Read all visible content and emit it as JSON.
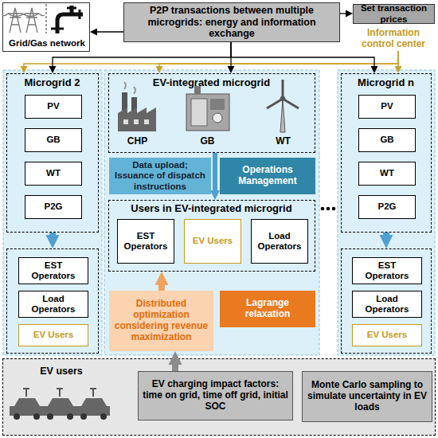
{
  "diagram": {
    "nodes": [
      {
        "text": [
          "Grid/Gas network"
        ]
      },
      {
        "text": [
          "P2P transactions between multiple microgrids: energy and information exchange"
        ]
      },
      {
        "text": [
          "Set transaction prices"
        ]
      },
      {
        "text": [
          "Information control center"
        ]
      },
      {
        "text": [
          "Microgrid 2"
        ]
      },
      {
        "text": [
          "PV"
        ],
        "in": 4
      },
      {
        "text": [
          "GB"
        ],
        "in": 4
      },
      {
        "text": [
          "WT"
        ],
        "in": 4
      },
      {
        "text": [
          "P2G"
        ],
        "in": 4
      },
      {
        "text": []
      },
      {
        "text": [
          "EST Operators"
        ],
        "in": 9
      },
      {
        "text": [
          "Load Operators"
        ],
        "in": 9
      },
      {
        "text": [
          "EV Users"
        ],
        "in": 9
      },
      {
        "text": [
          "EV-integrated microgrid"
        ]
      },
      {
        "text": [
          "Data upload; Issuance of dispatch instructions"
        ]
      },
      {
        "text": [
          "Operations Management"
        ]
      },
      {
        "text": [
          "Users in EV-integrated microgrid"
        ]
      },
      {
        "text": [
          "EST Operators"
        ],
        "in": 16
      },
      {
        "text": [
          "EV Users"
        ],
        "in": 16
      },
      {
        "text": [
          "Load Operators"
        ],
        "in": 16
      },
      {
        "text": [
          "Distributed optimization considering revenue maximization"
        ]
      },
      {
        "text": [
          "Lagrange relaxation"
        ]
      },
      {
        "text": [
          "Microgrid n"
        ]
      },
      {
        "text": [
          "PV"
        ],
        "in": 22
      },
      {
        "text": [
          "GB"
        ],
        "in": 22
      },
      {
        "text": [
          "WT"
        ],
        "in": 22
      },
      {
        "text": [
          "P2G"
        ],
        "in": 22
      },
      {
        "text": []
      },
      {
        "text": [
          "EST Operators"
        ],
        "in": 27
      },
      {
        "text": [
          "Load Operators"
        ],
        "in": 27
      },
      {
        "text": [
          "EV Users"
        ],
        "in": 27
      },
      {
        "text": [
          "EV users"
        ]
      },
      {
        "text": [
          "EV charging impact factors: time on grid, time off grid, initial SOC"
        ],
        "in": 31
      },
      {
        "text": [
          "Monte Carlo sampling to simulate uncertainty in EV loads"
        ],
        "in": 31
      }
    ],
    "edges": [
      {
        "from": 1,
        "to": 0,
        "arrow": "to"
      },
      {
        "from": 1,
        "to": 2,
        "arrow": "to"
      },
      {
        "from": 1,
        "to": 4,
        "arrow": "to"
      },
      {
        "from": 1,
        "to": 13,
        "arrow": "to"
      },
      {
        "from": 1,
        "to": 22,
        "arrow": "to"
      },
      {
        "from": 3,
        "to": 4,
        "arrow": "to"
      },
      {
        "from": 3,
        "to": 13,
        "arrow": "to"
      },
      {
        "from": 3,
        "to": 22,
        "arrow": "to"
      },
      {
        "from": 4,
        "to": 9,
        "arrow": "to"
      },
      {
        "from": 13,
        "to": 16,
        "arrow": "to"
      },
      {
        "from": 22,
        "to": 27,
        "arrow": "to"
      },
      {
        "from": 20,
        "to": 16,
        "arrow": "to"
      },
      {
        "from": 32,
        "to": 20,
        "arrow": "to"
      }
    ],
    "labels": [
      "CHP",
      "GB",
      "WT"
    ]
  }
}
